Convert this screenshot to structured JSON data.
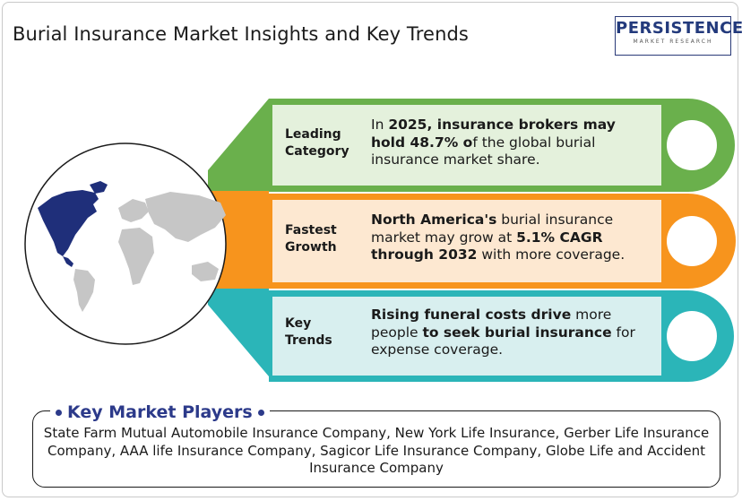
{
  "title": "Burial Insurance Market Insights and Key Trends",
  "logo": {
    "main": "PERSISTENCE",
    "sub": "MARKET RESEARCH"
  },
  "colors": {
    "green": "#6ab04c",
    "orange": "#f7941d",
    "teal": "#2bb5b8",
    "map_highlight": "#1f2f7a",
    "title_blue": "#2c3a8a"
  },
  "categories": [
    {
      "label_line1": "Leading",
      "label_line2": "Category",
      "parts": [
        {
          "t": "In ",
          "b": false
        },
        {
          "t": "2025, insurance brokers may hold 48.7% o",
          "b": true
        },
        {
          "t": "f the global burial insurance market share.",
          "b": false
        }
      ]
    },
    {
      "label_line1": "Fastest",
      "label_line2": "Growth",
      "parts": [
        {
          "t": "North America's",
          "b": true
        },
        {
          "t": " burial insurance market may grow at ",
          "b": false
        },
        {
          "t": "5.1% CAGR through 2032",
          "b": true
        },
        {
          "t": " with more coverage.",
          "b": false
        }
      ]
    },
    {
      "label_line1": "Key",
      "label_line2": "Trends",
      "parts": [
        {
          "t": "Rising funeral costs drive",
          "b": true
        },
        {
          "t": " more people ",
          "b": false
        },
        {
          "t": "to seek burial insurance",
          "b": true
        },
        {
          "t": " for expense coverage.",
          "b": false
        }
      ]
    }
  ],
  "players": {
    "title": "Key Market Players",
    "text": "State Farm Mutual Automobile Insurance Company, New York Life Insurance, Gerber Life Insurance Company, AAA life Insurance Company, Sagicor Life Insurance Company, Globe Life and Accident Insurance Company"
  }
}
